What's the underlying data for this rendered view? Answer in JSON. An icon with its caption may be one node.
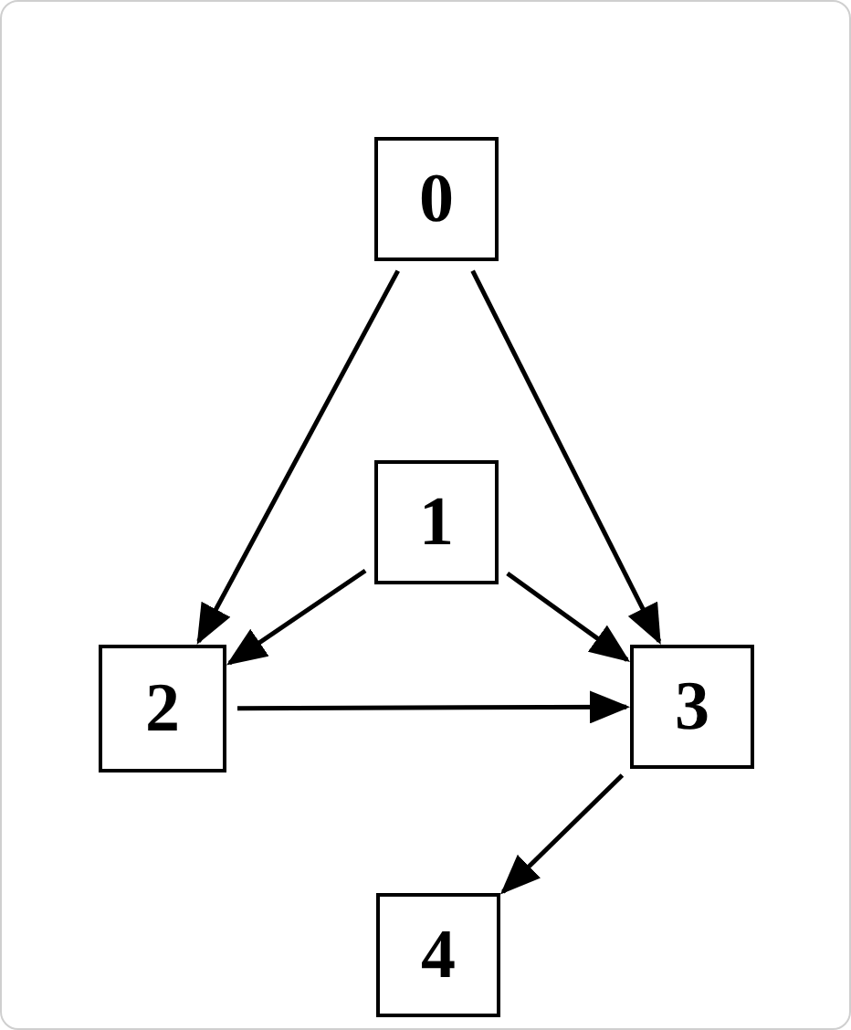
{
  "diagram": {
    "nodes": [
      {
        "text": [
          "0"
        ]
      },
      {
        "text": [
          "1"
        ]
      },
      {
        "text": [
          "2"
        ]
      },
      {
        "text": [
          "3"
        ]
      },
      {
        "text": [
          "4"
        ]
      }
    ],
    "edges": [
      {
        "from": 0,
        "to": 2,
        "arrow": "to"
      },
      {
        "from": 0,
        "to": 3,
        "arrow": "to"
      },
      {
        "from": 1,
        "to": 2,
        "arrow": "to"
      },
      {
        "from": 1,
        "to": 3,
        "arrow": "to"
      },
      {
        "from": 2,
        "to": 3,
        "arrow": "to"
      },
      {
        "from": 3,
        "to": 4,
        "arrow": "to"
      }
    ]
  }
}
